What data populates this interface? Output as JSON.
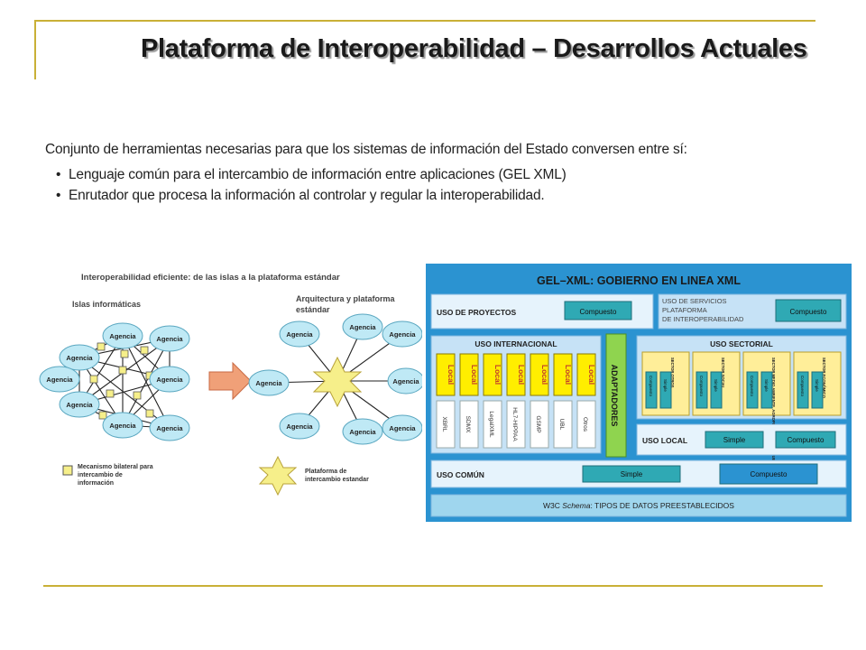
{
  "slide": {
    "title": "Plataforma de Interoperabilidad – Desarrollos Actuales",
    "intro": "Conjunto de herramientas necesarias para que los sistemas de información del Estado conversen entre sí:",
    "bullets": [
      "Lenguaje común para el intercambio de información entre aplicaciones (GEL XML)",
      "Enrutador que procesa la información al controlar y regular la interoperabilidad."
    ]
  },
  "left_diagram": {
    "heading": "Interoperabilidad eficiente:  de las islas a la plataforma estándar",
    "islands_label": "Islas informáticas",
    "platform_label_line1": "Arquitectura y plataforma",
    "platform_label_line2": "estándar",
    "node_label": "Agencia",
    "legend_bilateral_line1": "Mecanismo bilateral para",
    "legend_bilateral_line2": "intercambio de",
    "legend_bilateral_line3": "información",
    "legend_platform_line1": "Plataforma de",
    "legend_platform_line2": "intercambio estandar"
  },
  "gel_diagram": {
    "title": "GEL–XML: GOBIERNO EN LINEA XML",
    "proyectos_label": "USO DE PROYECTOS",
    "compuesto": "Compuesto",
    "simple": "Simple",
    "servicios_line1": "USO DE SERVICIOS",
    "servicios_line2": "PLATAFORMA",
    "servicios_line3": "DE INTEROPERABILIDAD",
    "internacional_label": "USO INTERNACIONAL",
    "local_label": "Local",
    "standards": [
      "XBRL",
      "SDMX",
      "LegalXML",
      "HL7-HIPPAA",
      "GSMP",
      "UBL",
      "Otros"
    ],
    "adaptadores": "ADAPTADORES",
    "sectorial_label": "USO SECTORIAL",
    "sectors": [
      "SECTOR OTROS",
      "SECTOR SOCIAL",
      "SECTOR MEDIO AMBIENTE, AGROPECUARIO Y PESQUERO",
      "SECTOR ECONÓMICO"
    ],
    "local_use_label": "USO LOCAL",
    "comun_label": "USO COMÚN",
    "w3c_italic": "Schema",
    "w3c_prefix": "W3C ",
    "w3c_suffix": ": TIPOS DE DATOS PREESTABLECIDOS"
  },
  "colors": {
    "accent_gold": "#c9b037",
    "gel_blue": "#2b93d1",
    "panel_light": "#c6e2f6",
    "local_yellow": "#ffee00",
    "adapter_green": "#8fd44f",
    "button_teal": "#2fa9b4",
    "node_cyan": "#bfe9f5",
    "star_yellow": "#f6ef8a",
    "arrow_orange": "#f0a078"
  }
}
